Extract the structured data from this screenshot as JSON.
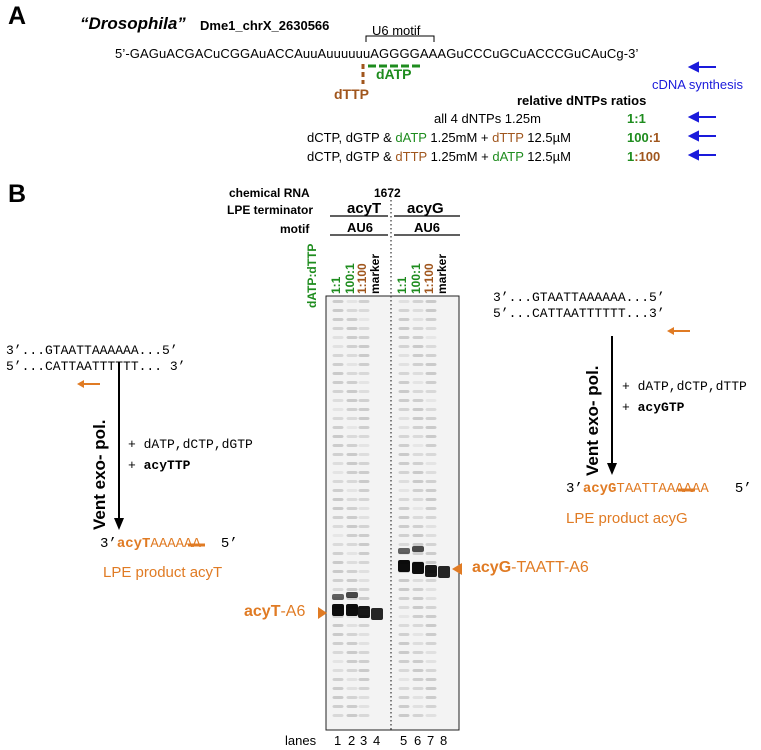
{
  "panel_a": {
    "letter": "A",
    "organism": "“Drosophila”",
    "locus": "Dme1_chrX_2630566",
    "motif_label": "U6 motif",
    "sequence": "5’-GAGuACGACuCGGAuACCAuuAuuuuuuAGGGGAAAGuCCCuGCuACCCGuCAuCg-3’",
    "dATP": "dATP",
    "dTTP": "dTTP",
    "cdna_label": "cDNA synthesis",
    "ratios_title": "relative dNTPs ratios",
    "conditions": [
      {
        "parts": [
          [
            "all 4 dNTPs 1.25m",
            ""
          ]
        ],
        "ratio_a": "1",
        "ratio_b": "1",
        "ratio_color": "#1e8c1e"
      },
      {
        "parts": [
          [
            "dCTP, dGTP & ",
            ""
          ],
          [
            "dATP",
            "green"
          ],
          [
            " 1.25mM + ",
            ""
          ],
          [
            "dTTP",
            "brown"
          ],
          [
            " 12.5µM",
            ""
          ]
        ],
        "ratio_a": "100",
        "ratio_b": "1"
      },
      {
        "parts": [
          [
            "dCTP, dGTP & ",
            ""
          ],
          [
            "dTTP",
            "brown"
          ],
          [
            " 1.25mM + ",
            ""
          ],
          [
            "dATP",
            "green"
          ],
          [
            " 12.5µM",
            ""
          ]
        ],
        "ratio_a": "1",
        "ratio_b": "100"
      }
    ]
  },
  "panel_b": {
    "letter": "B",
    "header": {
      "chemical_rna": "chemical RNA",
      "chemical_rna_value": "1672",
      "lpe_terminator": "LPE terminator",
      "motif": "motif",
      "acyT": "acyT",
      "acyG": "acyG",
      "au6": "AU6",
      "ratio_axis": "dATP:dTTP",
      "lane_ratios": [
        "1:1",
        "100:1",
        "1:100",
        "marker",
        "1:1",
        "100:1",
        "1:100",
        "marker"
      ]
    },
    "left_scheme": {
      "line1": "3’...GTAATTAAAAAA...5’",
      "line2": "5’...CATTAATTTTTT... 3’",
      "enzyme": "Vent exo- pol.",
      "reagents1": "+ dATP,dCTP,dGTP",
      "reagents2_prefix": "+ ",
      "reagents2": "acyTTP",
      "product_prefix": "3’",
      "product_acy": "acyT",
      "product_seq": "AAAAAA",
      "product_suffix": "5’",
      "product_label": "LPE product acyT"
    },
    "right_scheme": {
      "line1": "3’...GTAATTAAAAAA...5’",
      "line2": "5’...CATTAATTTTTT...3’",
      "enzyme": "Vent exo- pol.",
      "reagents1": "+ dATP,dCTP,dTTP",
      "reagents2_prefix": "+ ",
      "reagents2": "acyGTP",
      "product_prefix": "3’",
      "product_acy": "acyG",
      "product_seq": "TAATTAAAAAA",
      "product_suffix": "5’",
      "product_label": "LPE product acyG"
    },
    "band_labels": {
      "acyT_bold": "acyT",
      "acyT_rest": "-A6",
      "acyG_bold": "acyG",
      "acyG_rest": "-TAATT-A6"
    },
    "lanes_label": "lanes",
    "lane_numbers": [
      "1",
      "2",
      "3",
      "4",
      "5",
      "6",
      "7",
      "8"
    ]
  },
  "colors": {
    "orange": "#e07b24",
    "green": "#1e8c1e",
    "brown": "#a0561d",
    "blue": "#1a1adb"
  }
}
